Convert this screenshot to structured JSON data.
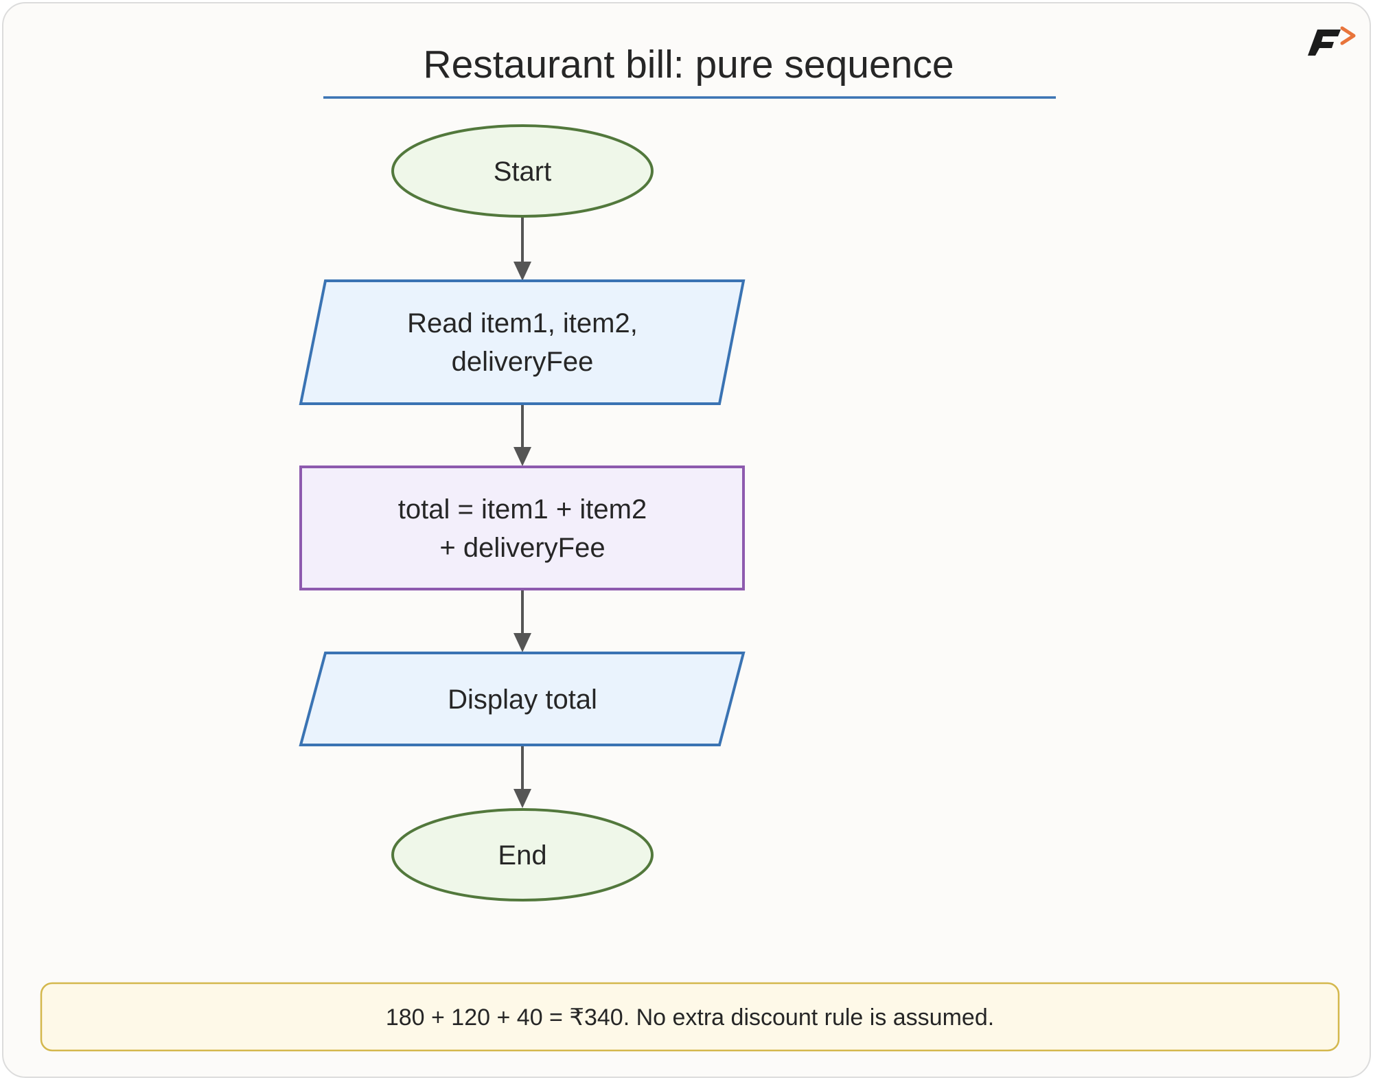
{
  "title": "Restaurant bill: pure sequence",
  "logo": {
    "letter": "F",
    "accent_color": "#e8743b",
    "icon": "brand-logo-icon"
  },
  "nodes": {
    "start": {
      "label": "Start",
      "shape": "terminator"
    },
    "read": {
      "line1": "Read item1, item2,",
      "line2": "deliveryFee",
      "shape": "input-output"
    },
    "compute": {
      "line1": "total = item1 + item2",
      "line2": "+ deliveryFee",
      "shape": "process"
    },
    "display": {
      "label": "Display total",
      "shape": "input-output"
    },
    "end": {
      "label": "End",
      "shape": "terminator"
    }
  },
  "edges": [
    {
      "from": "start",
      "to": "read"
    },
    {
      "from": "read",
      "to": "compute"
    },
    {
      "from": "compute",
      "to": "display"
    },
    {
      "from": "display",
      "to": "end"
    }
  ],
  "note": {
    "text": "180 + 120 + 40 = ₹340. No extra discount rule is assumed."
  },
  "colors": {
    "terminator_fill": "#eff7e9",
    "terminator_stroke": "#52783c",
    "io_fill": "#eaf3fd",
    "io_stroke": "#3a73b3",
    "process_fill": "#f3effb",
    "process_stroke": "#8d5aae",
    "title_underline": "#3a73b3",
    "arrow": "#555555",
    "note_fill": "#fef9e8",
    "note_stroke": "#d4b84d"
  }
}
